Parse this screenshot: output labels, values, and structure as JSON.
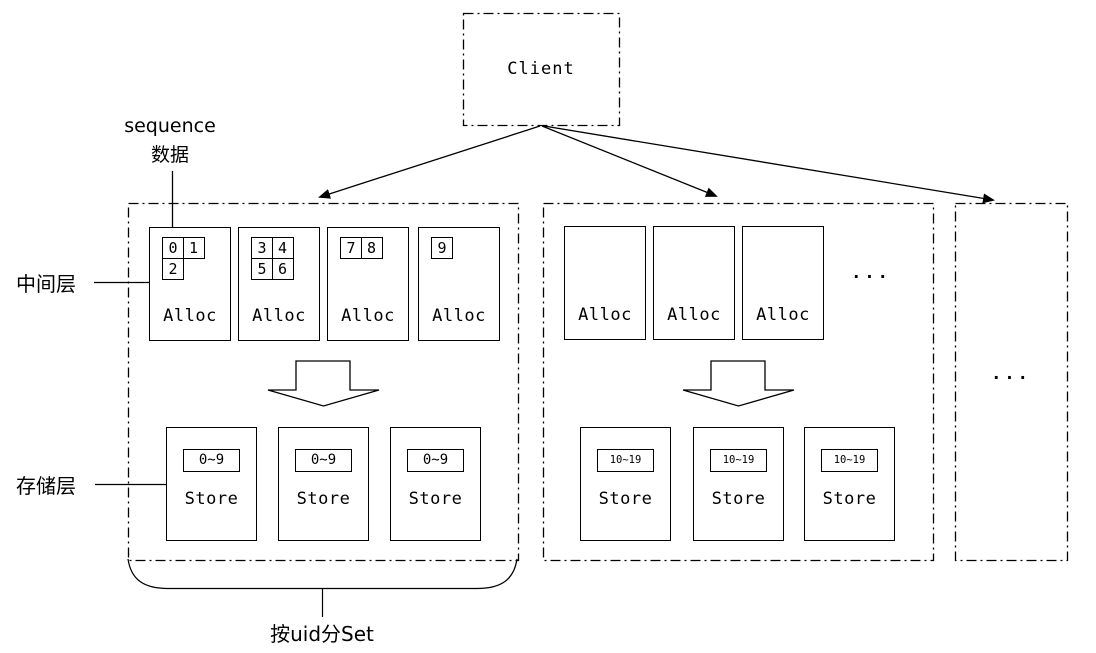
{
  "client": {
    "label": "Client"
  },
  "annotations": {
    "sequence_label": [
      "sequence",
      "数据"
    ],
    "middle_layer_label": "中间层",
    "storage_layer_label": "存储层",
    "set_partition_caption": "按uid分Set"
  },
  "groups": [
    {
      "allocs": [
        {
          "label": "Alloc",
          "cells": [
            [
              "0",
              "1"
            ],
            [
              "2"
            ]
          ]
        },
        {
          "label": "Alloc",
          "cells": [
            [
              "3",
              "4"
            ],
            [
              "5",
              "6"
            ]
          ]
        },
        {
          "label": "Alloc",
          "cells": [
            [
              "7",
              "8"
            ]
          ]
        },
        {
          "label": "Alloc",
          "cells": [
            [
              "9"
            ]
          ]
        }
      ],
      "stores": [
        {
          "label": "Store",
          "range": "0~9"
        },
        {
          "label": "Store",
          "range": "0~9"
        },
        {
          "label": "Store",
          "range": "0~9"
        }
      ]
    },
    {
      "allocs": [
        {
          "label": "Alloc"
        },
        {
          "label": "Alloc"
        },
        {
          "label": "Alloc"
        }
      ],
      "ellipsis": "...",
      "stores": [
        {
          "label": "Store",
          "range": "10~19"
        },
        {
          "label": "Store",
          "range": "10~19"
        },
        {
          "label": "Store",
          "range": "10~19"
        }
      ]
    },
    {
      "ellipsis": "..."
    }
  ],
  "colors": {
    "stroke": "#000000",
    "background": "#ffffff",
    "text": "#000000"
  }
}
